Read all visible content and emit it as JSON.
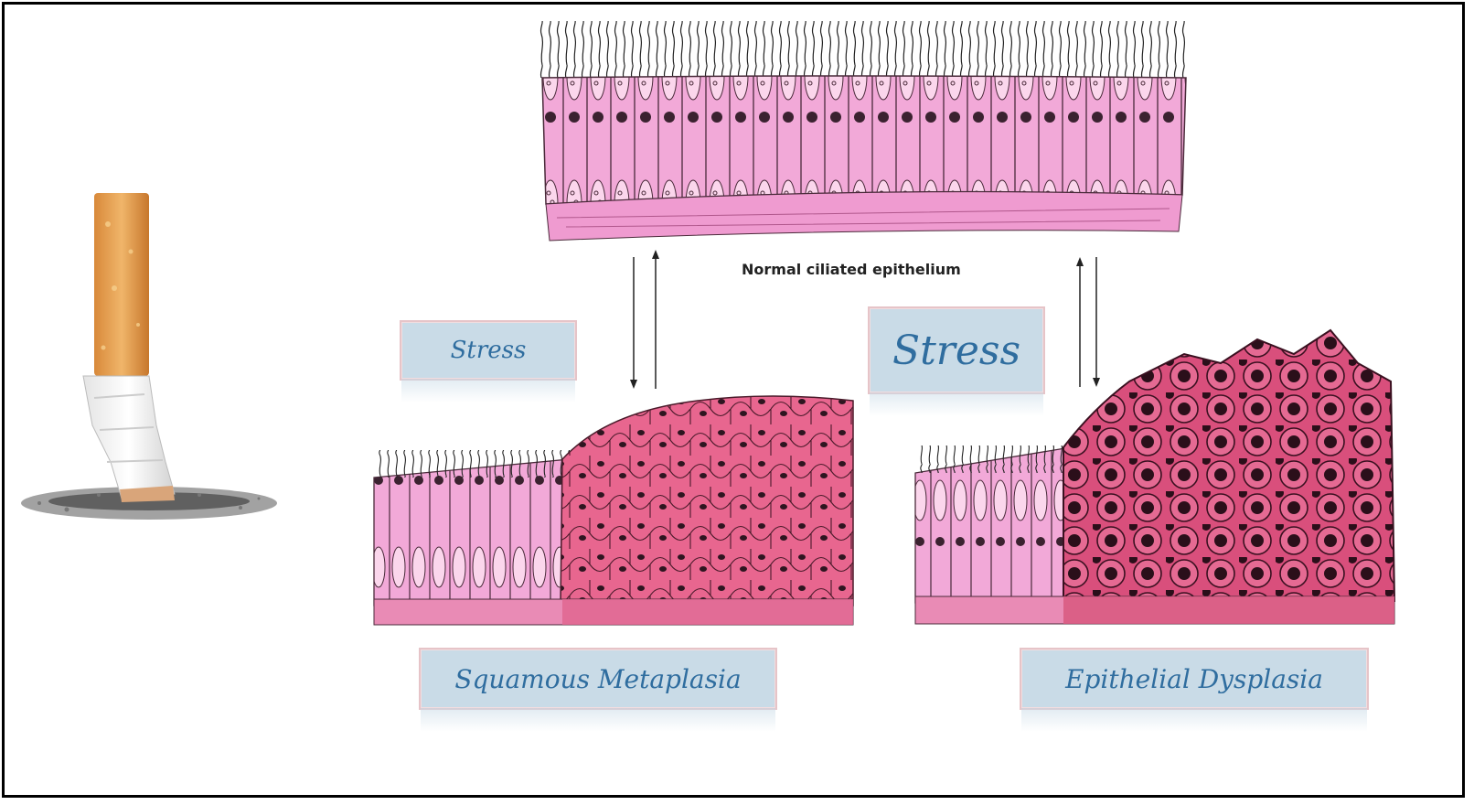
{
  "diagram": {
    "top_caption": "Normal ciliated epithelium",
    "left_stress_label": "Stress",
    "right_stress_label": "Stress",
    "left_result_label": "Squamous Metaplasia",
    "right_result_label": "Epithelial Dysplasia"
  },
  "illustrations": {
    "cigarette": "cigarette-butt-image",
    "normal_tissue": "normal-ciliated-epithelium-drawing",
    "metaplasia_tissue": "squamous-metaplasia-drawing",
    "dysplasia_tissue": "epithelial-dysplasia-drawing"
  },
  "colors": {
    "label_fill": "#c9dbe7",
    "label_text": "#2f6d9f",
    "normal_tissue_pink": "#f2a9d8",
    "metaplasia_pink": "#e8668f",
    "dysplasia_pink": "#d94f7c"
  }
}
